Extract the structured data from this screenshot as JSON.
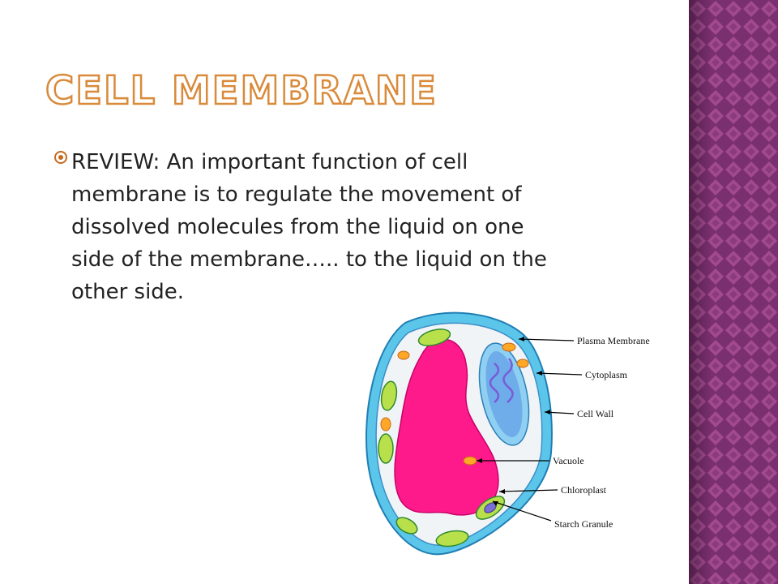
{
  "slide": {
    "title": "Cell Membrane",
    "bullet": "REVIEW:  An important function of cell\nmembrane is to regulate the movement of\ndissolved molecules from the liquid on one\nside of the membrane….. to the liquid on the\nother side."
  },
  "diagram": {
    "labels": {
      "plasma_membrane": "Plasma Membrane",
      "cytoplasm": "Cytoplasm",
      "cell_wall": "Cell Wall",
      "vacuole": "Vacuole",
      "chloroplast": "Chloroplast",
      "starch_granule": "Starch Granule"
    }
  },
  "colors": {
    "title_outline": "#d98a3a",
    "text": "#222222",
    "sidebar": "#7a2f6e",
    "cell_wall": "#5cc6ea",
    "vacuole": "#ff1a8c",
    "nucleus": "#52b0e6",
    "chloroplast": "#b8e04a"
  }
}
